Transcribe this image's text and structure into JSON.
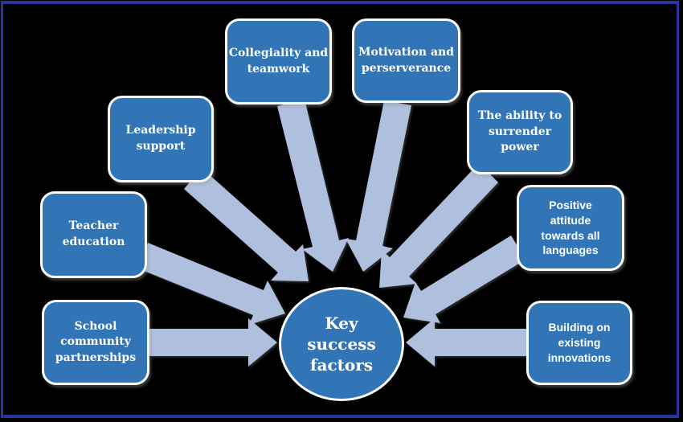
{
  "diagram": {
    "center_label": "Key\nsuccess\nfactors",
    "factors": [
      {
        "id": "collegiality",
        "label": "Collegiality and\nteamwork"
      },
      {
        "id": "motivation",
        "label": "Motivation and\nperserverance"
      },
      {
        "id": "leadership",
        "label": "Leadership\nsupport"
      },
      {
        "id": "ability",
        "label": "The ability to\nsurrender\npower"
      },
      {
        "id": "teacher",
        "label": "Teacher\neducation"
      },
      {
        "id": "positive",
        "label": "Positive\nattitude\ntowards all\nlanguages"
      },
      {
        "id": "school",
        "label": "School\ncommunity\npartnerships"
      },
      {
        "id": "building",
        "label": "Building on\nexisting\ninnovations"
      }
    ],
    "colors": {
      "box_fill": "#3175B6",
      "box_border": "#FBFBFB",
      "arrow_fill": "#AFC0DE",
      "text": "#FFFFFF",
      "frame_border": "#28359E",
      "background": "#000000"
    }
  }
}
